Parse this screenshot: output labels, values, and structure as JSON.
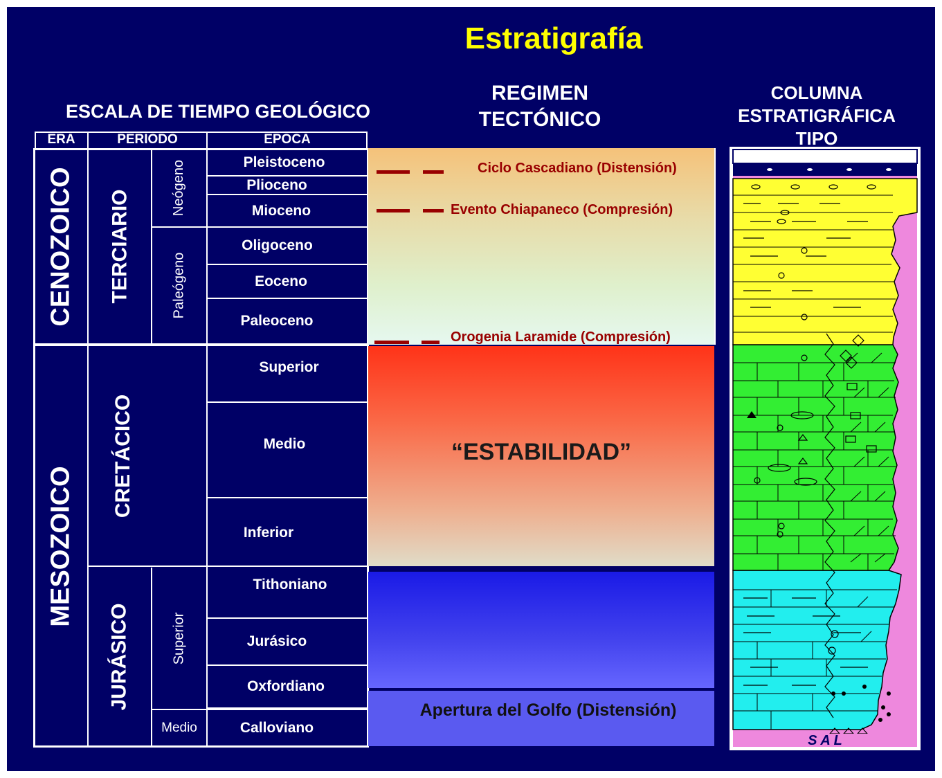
{
  "title": "Estratigrafía",
  "headers": {
    "escala": "ESCALA DE TIEMPO GEOLÓGICO",
    "regimen": [
      "REGIMEN",
      "TECTÓNICO"
    ],
    "columna": [
      "COLUMNA",
      "ESTRATIGRÁFICA",
      "TIPO"
    ]
  },
  "table_headers": {
    "era": "ERA",
    "periodo": "PERIODO",
    "epoca": "EPOCA"
  },
  "eras": [
    "CENOZOICO",
    "MESOZOICO"
  ],
  "periods": [
    "TERCIARIO",
    "CRETÁCICO",
    "JURÁSICO"
  ],
  "subperiods": [
    "Neógeno",
    "Paleógeno",
    "Superior",
    "Medio"
  ],
  "epochs": [
    "Pleistoceno",
    "Plioceno",
    "Mioceno",
    "Oligoceno",
    "Eoceno",
    "Paleoceno",
    "Superior",
    "Medio",
    "Inferior",
    "Tithoniano",
    "Jurásico",
    "Oxfordiano",
    "Calloviano"
  ],
  "events": [
    "Ciclo Cascadiano (Distensión)",
    "Evento Chiapaneco (Compresión)",
    "Orogenia Laramide (Compresión)"
  ],
  "stability": "“ESTABILIDAD”",
  "opening": "Apertura del Golfo (Distensión)",
  "sal_label": "S A L",
  "colors": {
    "background": "#000066",
    "title": "#ffff00",
    "event_text": "#990000",
    "column_yellow": "#ffff33",
    "column_green": "#33ee33",
    "column_cyan": "#22eeee",
    "column_pink": "#ee88dd"
  }
}
